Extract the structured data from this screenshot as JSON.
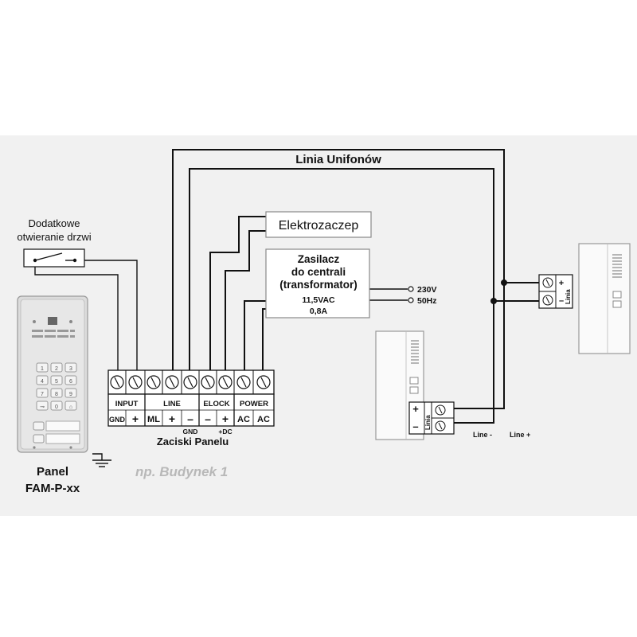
{
  "title": "Linia Unifonów",
  "extra_switch": {
    "line1": "Dodatkowe",
    "line2": "otwieranie drzwi"
  },
  "elock_box": "Elektrozaczep",
  "power_supply": {
    "line1": "Zasilacz",
    "line2": "do centrali",
    "line3": "(transformator)",
    "line4": "11,5VAC",
    "line5": "0,8A"
  },
  "mains": {
    "voltage": "230V",
    "frequency": "50Hz"
  },
  "terminals": {
    "groups": [
      "INPUT",
      "LINE",
      "ELOCK",
      "POWER"
    ],
    "pins": [
      "GND",
      "+",
      "ML",
      "+",
      "–",
      "–",
      "+",
      "AC",
      "AC"
    ],
    "sub_labels": {
      "gnd": "GND",
      "dc": "+DC"
    },
    "caption": "Zaciski Panelu"
  },
  "panel": {
    "name": "Panel",
    "model": "FAM-P-xx",
    "keys": [
      "1",
      "2",
      "3",
      "4",
      "5",
      "6",
      "7",
      "8",
      "9",
      "⊸",
      "0",
      "⌂"
    ]
  },
  "building_caption": "np. Budynek 1",
  "handset_terminal": {
    "plus": "+",
    "minus": "–",
    "linia": "Linia"
  },
  "line_labels": {
    "minus": "Line -",
    "plus": "Line +"
  }
}
